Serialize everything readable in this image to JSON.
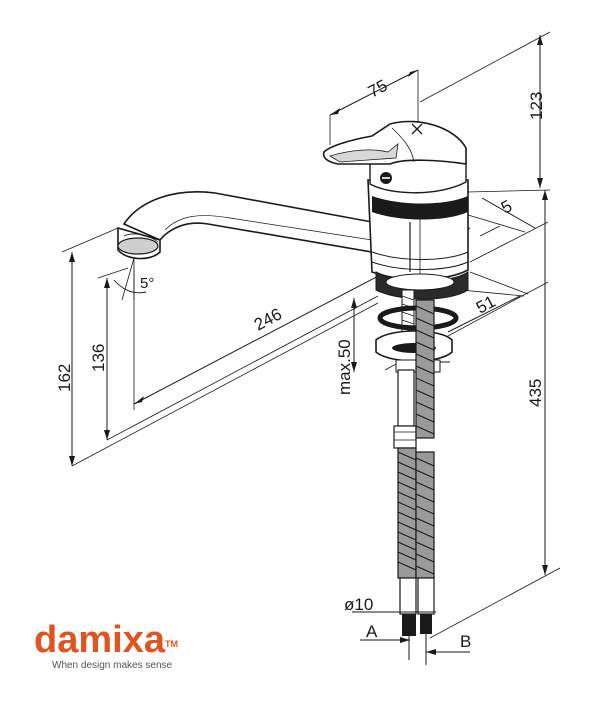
{
  "drawing": {
    "dimensions": {
      "handle_width": "75",
      "top_height": "123",
      "collar_gap": "5",
      "collar_diameter": "51",
      "spout_reach": "246",
      "spout_tilt": "5°",
      "total_height": "162",
      "spout_height": "136",
      "max_deck_thickness": "max.50",
      "below_deck_length": "435",
      "hose_diameter": "ø10"
    },
    "connections": {
      "a": "A",
      "b": "B"
    }
  },
  "brand": {
    "name": "damixa",
    "trademark": "TM",
    "tagline": "When design makes sense",
    "color": "#e2541f"
  }
}
